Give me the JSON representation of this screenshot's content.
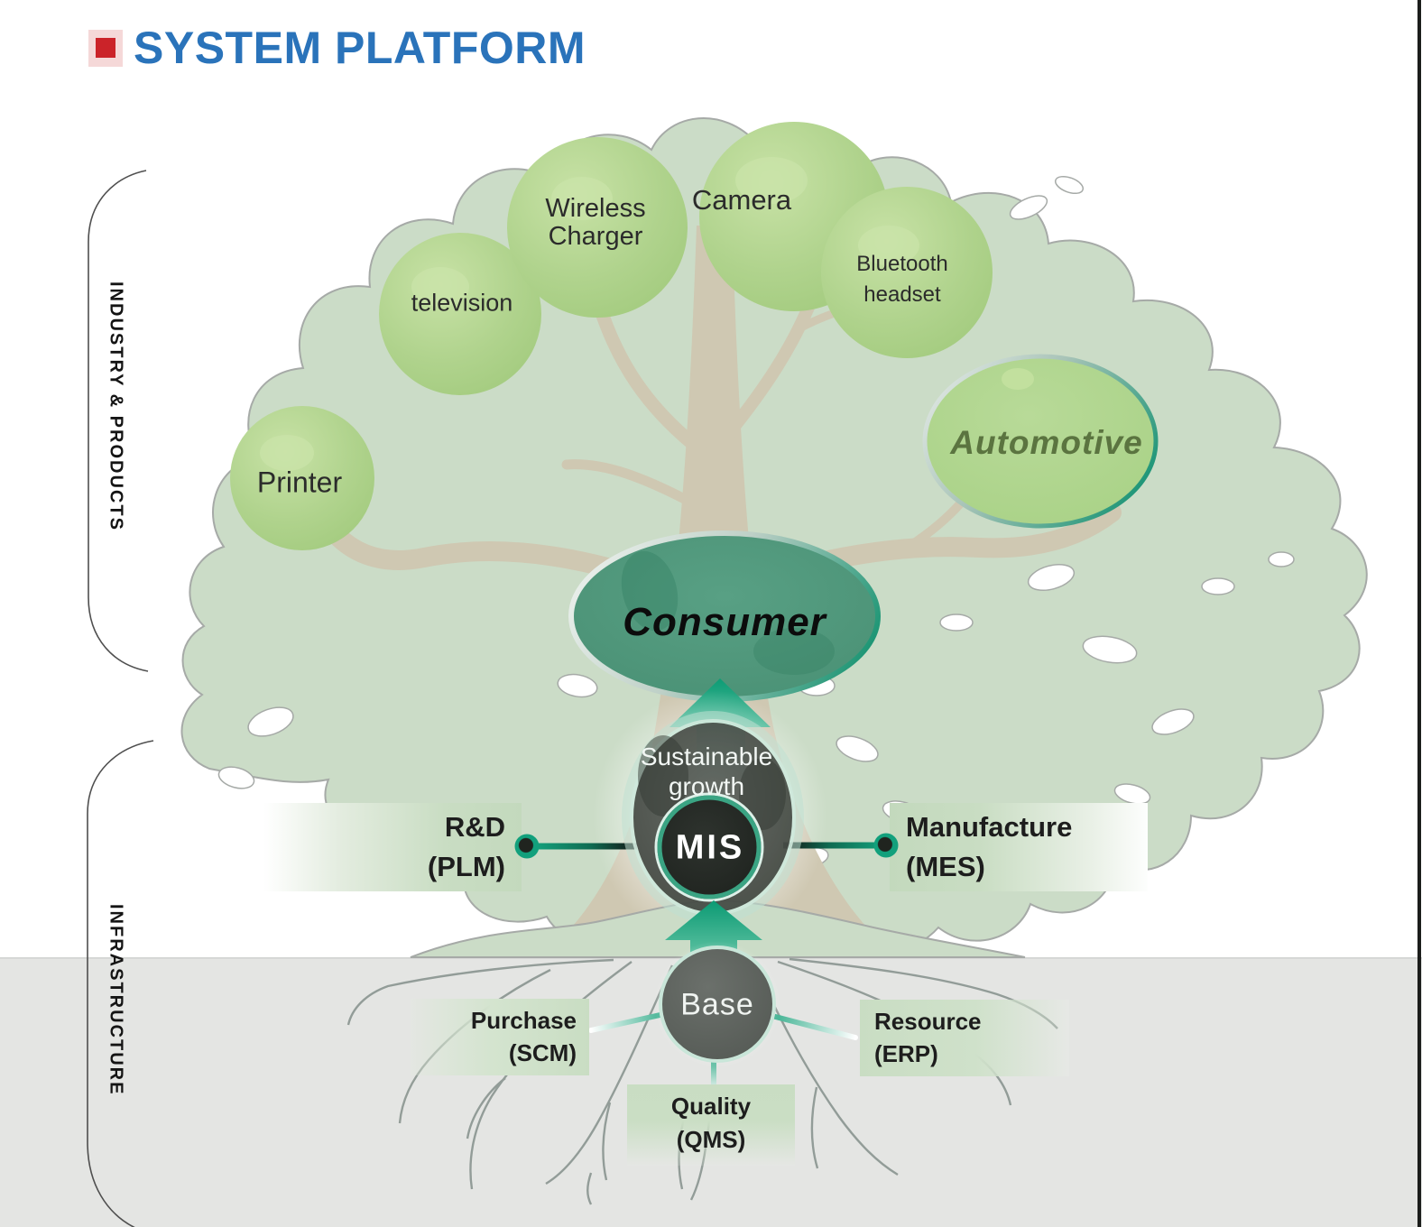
{
  "page": {
    "title": "SYSTEM PLATFORM"
  },
  "side_labels": {
    "industry": "INDUSTRY & PRODUCTS",
    "infrastructure": "INFRASTRUCTURE"
  },
  "products": {
    "printer": "Printer",
    "television": "television",
    "wireless_charger_line1": "Wireless",
    "wireless_charger_line2": "Charger",
    "camera": "Camera",
    "bluetooth_line1": "Bluetooth",
    "bluetooth_line2": "headset",
    "automotive": "Automotive"
  },
  "core": {
    "consumer": "Consumer",
    "growth_line1": "Sustainable",
    "growth_line2": "growth",
    "mis": "MIS",
    "base": "Base"
  },
  "systems": {
    "rnd_name": "R&D",
    "rnd_code": "(PLM)",
    "manufacture_name": "Manufacture",
    "manufacture_code": "(MES)",
    "purchase_name": "Purchase",
    "purchase_code": "(SCM)",
    "resource_name": "Resource",
    "resource_code": "(ERP)",
    "quality_name": "Quality",
    "quality_code": "(QMS)"
  },
  "colors": {
    "title_blue": "#2a73ba",
    "bullet_red": "#cb2329",
    "bullet_pink": "#f5d8d8",
    "box_green": "#c9ddc3",
    "text_dark": "#1d1d1d",
    "ground_gray": "#e4e5e3",
    "teal": "#12a07c",
    "canopy_green": "#cbdcc7",
    "bubble_green": "#a9cf85",
    "branch_tan": "#cfc8b2",
    "consumer_green": "#4e9579",
    "automotive_green": "#a8d284"
  }
}
